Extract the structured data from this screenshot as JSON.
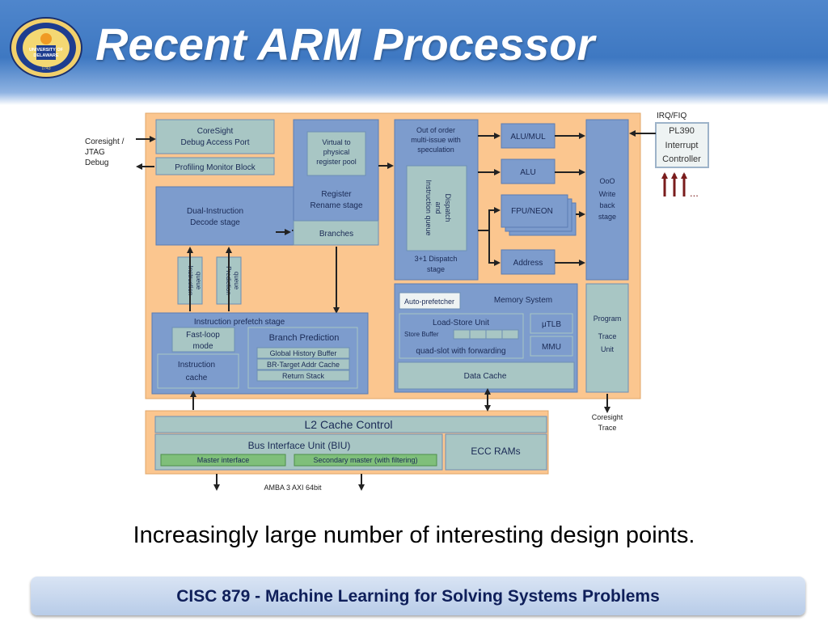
{
  "slide": {
    "title": "Recent ARM Processor",
    "caption": "Increasingly large number of interesting design points.",
    "footer": "CISC 879 - Machine Learning for Solving Systems Problems"
  },
  "logo": {
    "name": "university-of-delaware-seal",
    "text_line1": "UNIVERSITY OF",
    "text_line2": "DELAWARE",
    "year": "1743"
  },
  "diagram": {
    "external_left": {
      "debug_line1": "Coresight /",
      "debug_line2": "JTAG",
      "debug_line3": "Debug"
    },
    "coresight_port": {
      "line1": "CoreSight",
      "line2": "Debug Access Port"
    },
    "profiling": "Profiling Monitor Block",
    "decode": {
      "line1": "Dual-Instruction",
      "line2": "Decode stage"
    },
    "instr_queue": {
      "line1": "Instruction",
      "line2": "queue"
    },
    "pred_queue": {
      "line1": "Prediction",
      "line2": "queue"
    },
    "virtual": {
      "line1": "Virtual to",
      "line2": "physical",
      "line3": "register pool"
    },
    "rename": {
      "line1": "Register",
      "line2": "Rename stage"
    },
    "branches": "Branches",
    "ooo_issue": {
      "line1": "Out of order",
      "line2": "multi-issue with",
      "line3": "speculation"
    },
    "dispatch_queue": {
      "line1": "Instruction queue",
      "line2": "and",
      "line3": "Dispatch"
    },
    "dispatch_stage": {
      "line1": "3+1 Dispatch",
      "line2": "stage"
    },
    "alu_mul": "ALU/MUL",
    "alu": "ALU",
    "fpu": "FPU/NEON",
    "address": "Address",
    "writeback": {
      "line1": "OoO",
      "line2": "Write",
      "line3": "back",
      "line4": "stage"
    },
    "irq": "IRQ/FIQ",
    "interrupt": {
      "line1": "PL390",
      "line2": "Interrupt",
      "line3": "Controller"
    },
    "ellipsis": "...",
    "prefetch": {
      "title": "Instruction prefetch stage",
      "fastloop_line1": "Fast-loop",
      "fastloop_line2": "mode",
      "cache_line1": "Instruction",
      "cache_line2": "cache",
      "branch_pred": "Branch Prediction",
      "ghb": "Global History Buffer",
      "btac": "BR-Target Addr Cache",
      "return_stack": "Return Stack"
    },
    "memory": {
      "title": "Memory System",
      "auto_prefetcher": "Auto-prefetcher",
      "lsu": "Load-Store Unit",
      "store_buffer": "Store Buffer",
      "quad_slot": "quad-slot with forwarding",
      "utlb": "μTLB",
      "mmu": "MMU",
      "data_cache": "Data Cache"
    },
    "trace": {
      "line1": "Program",
      "line2": "Trace",
      "line3": "Unit"
    },
    "coresight_trace": {
      "line1": "Coresight",
      "line2": "Trace"
    },
    "l2": {
      "title": "L2 Cache Control",
      "biu": "Bus Interface Unit (BIU)",
      "master": "Master interface",
      "secondary": "Secondary master (with filtering)",
      "ecc": "ECC RAMs"
    },
    "amba": "AMBA 3 AXI 64bit"
  },
  "colors": {
    "header_blue": "#4a82c8",
    "core_orange": "#fbc68f",
    "block_blue": "#7d9ccd",
    "block_light": "#b3d1cd",
    "l2_green": "#7fbf7a",
    "footer_text": "#0f1f5a"
  }
}
